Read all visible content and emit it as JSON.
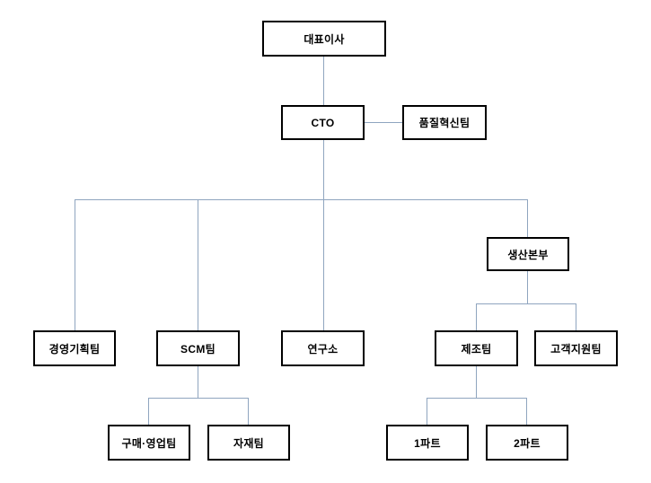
{
  "diagram": {
    "type": "org-chart",
    "background_color": "#ffffff",
    "box_border_color": "#000000",
    "line_color": "#8fa5bf",
    "nodes": [
      {
        "id": "ceo",
        "label": "대표이사"
      },
      {
        "id": "cto",
        "label": "CTO"
      },
      {
        "id": "quality",
        "label": "품질혁신팀"
      },
      {
        "id": "planning",
        "label": "경영기획팀"
      },
      {
        "id": "scm",
        "label": "SCM팀"
      },
      {
        "id": "lab",
        "label": "연구소"
      },
      {
        "id": "production",
        "label": "생산본부"
      },
      {
        "id": "mfg",
        "label": "제조팀"
      },
      {
        "id": "cs",
        "label": "고객지원팀"
      },
      {
        "id": "purchase",
        "label": "구매·영업팀"
      },
      {
        "id": "materials",
        "label": "자재팀"
      },
      {
        "id": "part1",
        "label": "1파트"
      },
      {
        "id": "part2",
        "label": "2파트"
      }
    ],
    "edges": [
      {
        "from": "ceo",
        "to": "cto"
      },
      {
        "from": "cto",
        "to": "quality"
      },
      {
        "from": "cto",
        "to": "planning"
      },
      {
        "from": "cto",
        "to": "scm"
      },
      {
        "from": "cto",
        "to": "lab"
      },
      {
        "from": "cto",
        "to": "production"
      },
      {
        "from": "production",
        "to": "mfg"
      },
      {
        "from": "production",
        "to": "cs"
      },
      {
        "from": "scm",
        "to": "purchase"
      },
      {
        "from": "scm",
        "to": "materials"
      },
      {
        "from": "mfg",
        "to": "part1"
      },
      {
        "from": "mfg",
        "to": "part2"
      }
    ]
  }
}
